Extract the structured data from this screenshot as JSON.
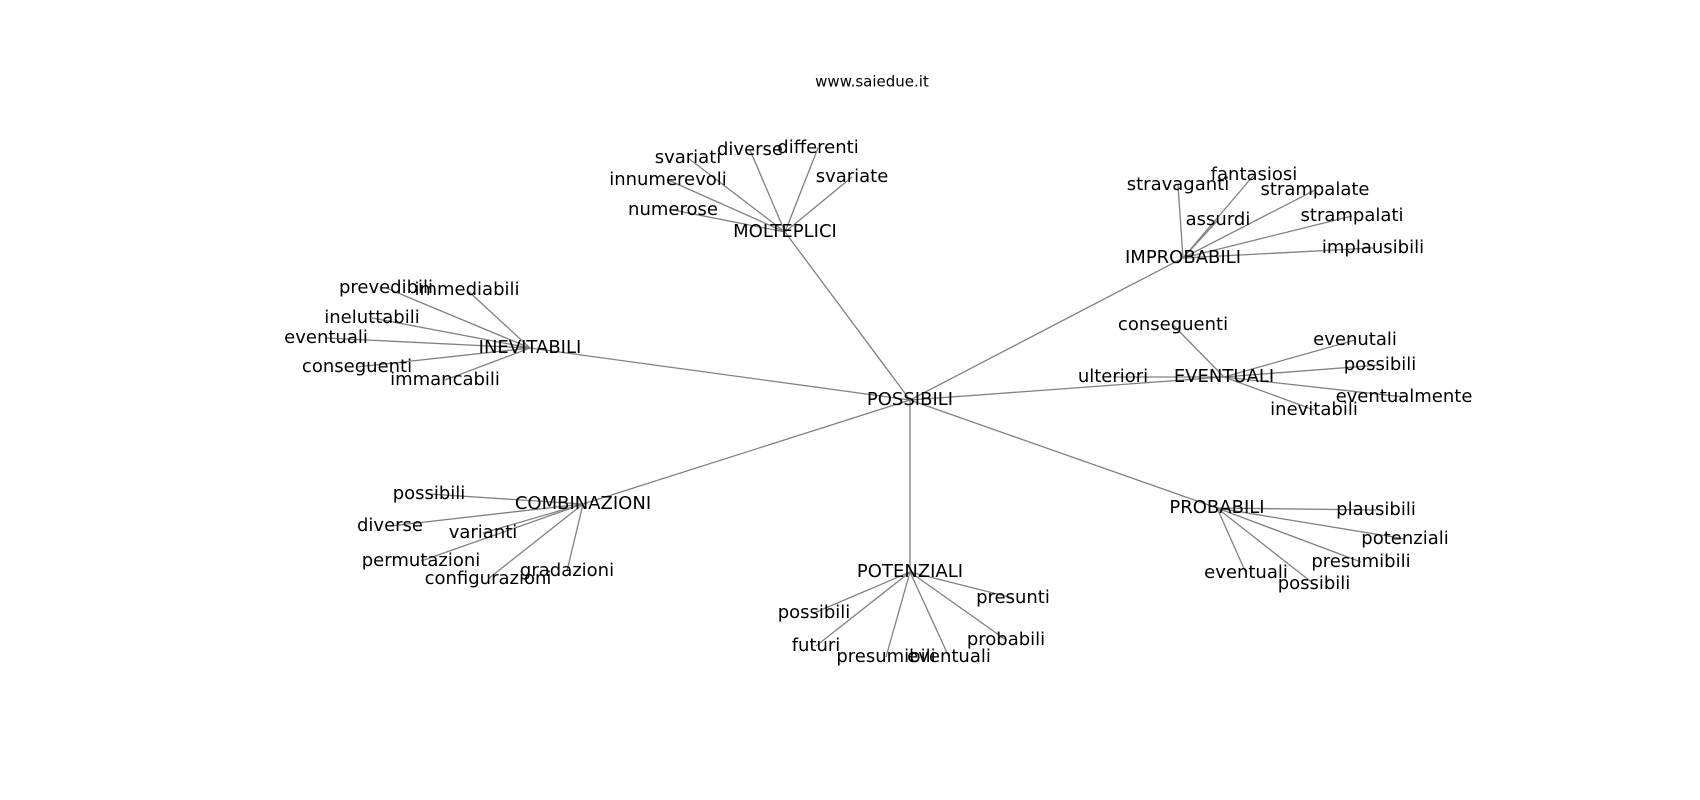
{
  "site": "www.saiedue.it",
  "root": "POSSIBILI",
  "groups": [
    {
      "label": "MOLTEPLICI",
      "children": [
        "svariati",
        "diverse",
        "differenti",
        "svariate",
        "innumerevoli",
        "numerose"
      ]
    },
    {
      "label": "IMPROBABILI",
      "children": [
        "stravaganti",
        "fantasiosi",
        "strampalate",
        "assurdi",
        "strampalati",
        "implausibili"
      ]
    },
    {
      "label": "INEVITABILI",
      "children": [
        "prevedibili",
        "immediabili",
        "ineluttabili",
        "eventuali",
        "conseguenti",
        "immancabili"
      ]
    },
    {
      "label": "EVENTUALI",
      "children": [
        "conseguenti",
        "evenutali",
        "possibili",
        "ulteriori",
        "eventualmente",
        "inevitabili"
      ]
    },
    {
      "label": "COMBINAZIONI",
      "children": [
        "possibili",
        "diverse",
        "varianti",
        "permutazioni",
        "configurazioni",
        "gradazioni"
      ]
    },
    {
      "label": "PROBABILI",
      "children": [
        "plausibili",
        "potenziali",
        "presumibili",
        "eventuali",
        "possibili"
      ]
    },
    {
      "label": "POTENZIALI",
      "children": [
        "presunti",
        "possibili",
        "futuri",
        "presumibili",
        "eventuali",
        "probabili"
      ]
    }
  ]
}
